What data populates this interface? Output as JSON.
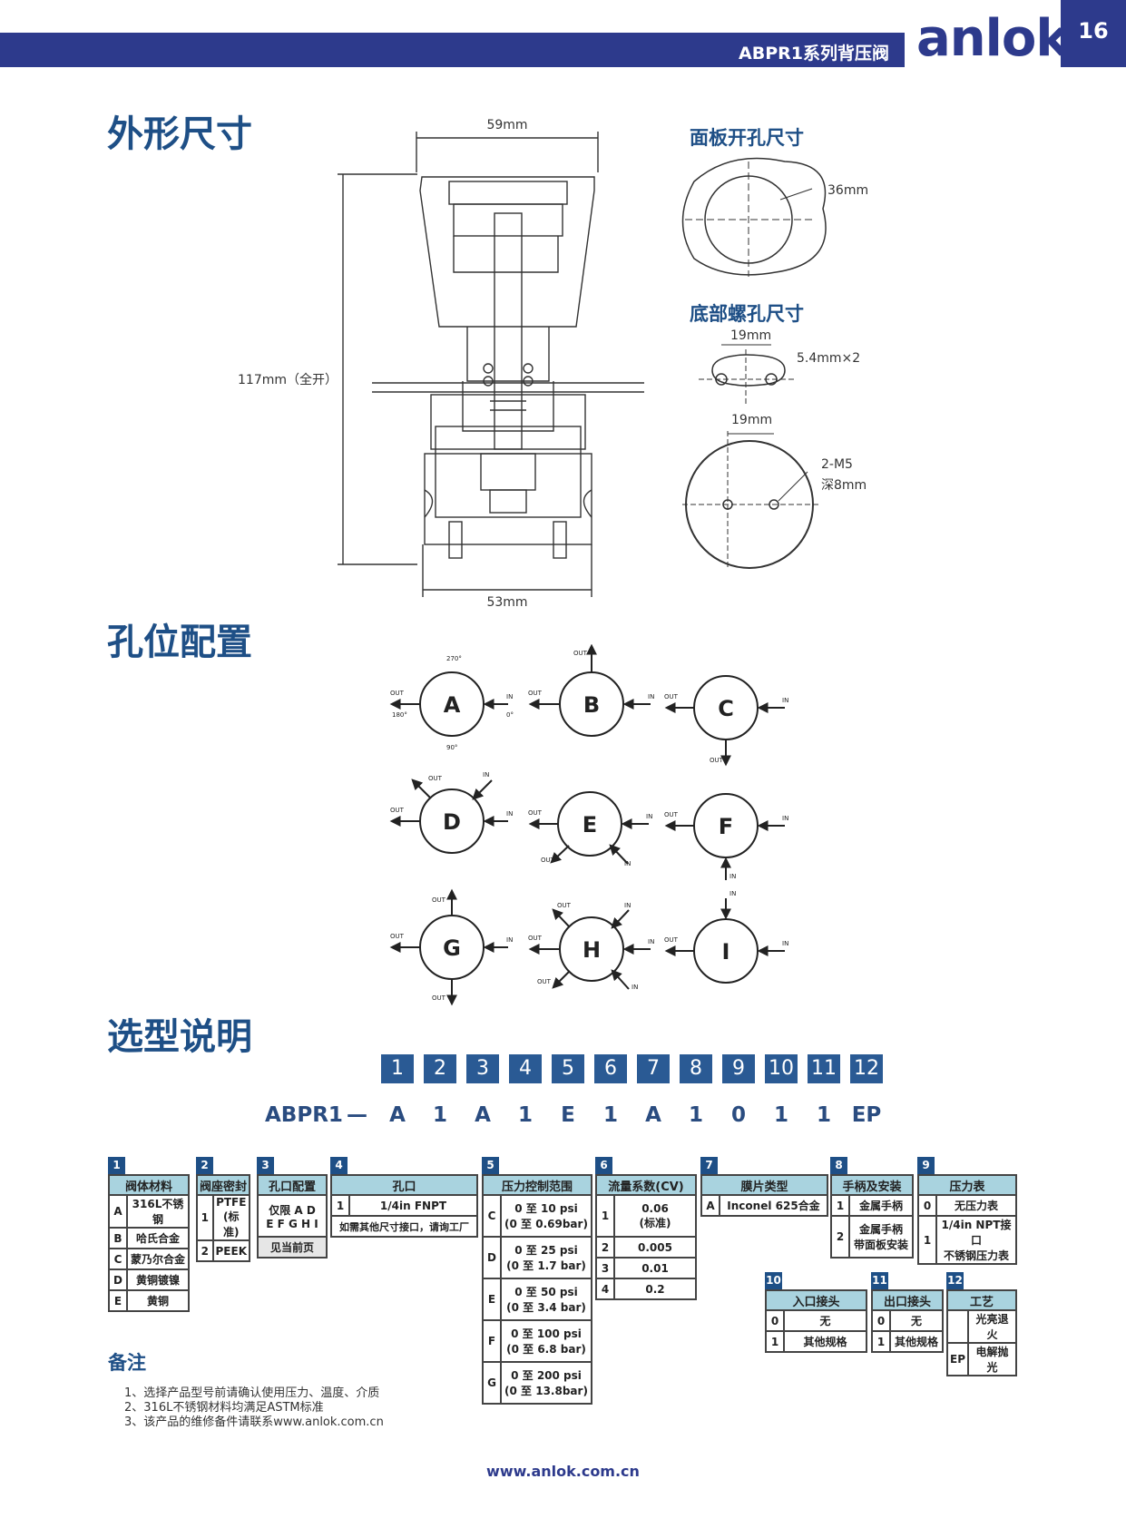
{
  "header": {
    "title": "ABPR1系列背压阀",
    "logo": "anlok",
    "page_number": "16"
  },
  "sections": {
    "dimensions": "外形尺寸",
    "ports": "孔位配置",
    "selection": "选型说明",
    "notes": "备注"
  },
  "dims": {
    "top": "59mm",
    "height": "117mm（全开）",
    "bottom": "53mm",
    "panel_title": "面板开孔尺寸",
    "panel_dia": "36mm",
    "base_title": "底部螺孔尺寸",
    "base1_spacing": "19mm",
    "base1_hole": "5.4mm×2",
    "base2_spacing": "19mm",
    "base2_thread": "2-M5",
    "base2_depth": "深8mm"
  },
  "ports": {
    "angles": {
      "top": "270°",
      "left": "180°",
      "right": "0°",
      "bottom": "90°"
    },
    "out": "OUT",
    "in": "IN",
    "configs": [
      "A",
      "B",
      "C",
      "D",
      "E",
      "F",
      "G",
      "H",
      "I"
    ]
  },
  "selection": {
    "positions": [
      "1",
      "2",
      "3",
      "4",
      "5",
      "6",
      "7",
      "8",
      "9",
      "10",
      "11",
      "12"
    ],
    "model": "ABPR1",
    "dash": "—",
    "code": [
      "A",
      "1",
      "A",
      "1",
      "E",
      "1",
      "A",
      "1",
      "0",
      "1",
      "1",
      "EP"
    ]
  },
  "tables": {
    "t1": {
      "no": "1",
      "title": "阀体材料",
      "rows": [
        [
          "A",
          "316L不锈钢"
        ],
        [
          "B",
          "哈氏合金"
        ],
        [
          "C",
          "蒙乃尔合金"
        ],
        [
          "D",
          "黄铜镀镍"
        ],
        [
          "E",
          "黄铜"
        ]
      ]
    },
    "t2": {
      "no": "2",
      "title": "阀座密封",
      "rows": [
        [
          "1",
          "PTFE",
          "(标准)"
        ],
        [
          "2",
          "PEEK",
          ""
        ]
      ]
    },
    "t3": {
      "no": "3",
      "title": "孔口配置",
      "rows": [
        "仅限 A D",
        "E F G H I",
        "见当前页"
      ]
    },
    "t4": {
      "no": "4",
      "title": "孔口",
      "rows": [
        [
          "1",
          "1/4in FNPT"
        ]
      ],
      "note": "如需其他尺寸接口，请询工厂"
    },
    "t5": {
      "no": "5",
      "title": "压力控制范围",
      "rows": [
        [
          "C",
          "0 至 10 psi",
          "(0 至 0.69bar)"
        ],
        [
          "D",
          "0 至 25 psi",
          "(0 至 1.7 bar)"
        ],
        [
          "E",
          "0 至 50 psi",
          "(0 至 3.4 bar)"
        ],
        [
          "F",
          "0 至 100 psi",
          "(0 至 6.8 bar)"
        ],
        [
          "G",
          "0 至 200 psi",
          "(0 至 13.8bar)"
        ]
      ]
    },
    "t6": {
      "no": "6",
      "title": "流量系数(CV)",
      "rows": [
        [
          "1",
          "0.06",
          "(标准)"
        ],
        [
          "2",
          "0.005",
          ""
        ],
        [
          "3",
          "0.01",
          ""
        ],
        [
          "4",
          "0.2",
          ""
        ]
      ]
    },
    "t7": {
      "no": "7",
      "title": "膜片类型",
      "rows": [
        [
          "A",
          "Inconel 625合金"
        ]
      ]
    },
    "t8": {
      "no": "8",
      "title": "手柄及安装",
      "rows": [
        [
          "1",
          "金属手柄",
          ""
        ],
        [
          "2",
          "金属手柄",
          "带面板安装"
        ]
      ]
    },
    "t9": {
      "no": "9",
      "title": "压力表",
      "rows": [
        [
          "0",
          "无压力表",
          ""
        ],
        [
          "1",
          "1/4in NPT接口",
          "不锈钢压力表"
        ]
      ]
    },
    "t10": {
      "no": "10",
      "title": "入口接头",
      "rows": [
        [
          "0",
          "无"
        ],
        [
          "1",
          "其他规格"
        ]
      ]
    },
    "t11": {
      "no": "11",
      "title": "出口接头",
      "rows": [
        [
          "0",
          "无"
        ],
        [
          "1",
          "其他规格"
        ]
      ]
    },
    "t12": {
      "no": "12",
      "title": "工艺",
      "rows": [
        [
          "",
          "光亮退火"
        ],
        [
          "EP",
          "电解抛光"
        ]
      ]
    }
  },
  "notes": [
    "1、选择产品型号前请确认使用压力、温度、介质",
    "2、316L不锈钢材料均满足ASTM标准",
    "3、该产品的维修备件请联系www.anlok.com.cn"
  ],
  "footer": "www.anlok.com.cn"
}
